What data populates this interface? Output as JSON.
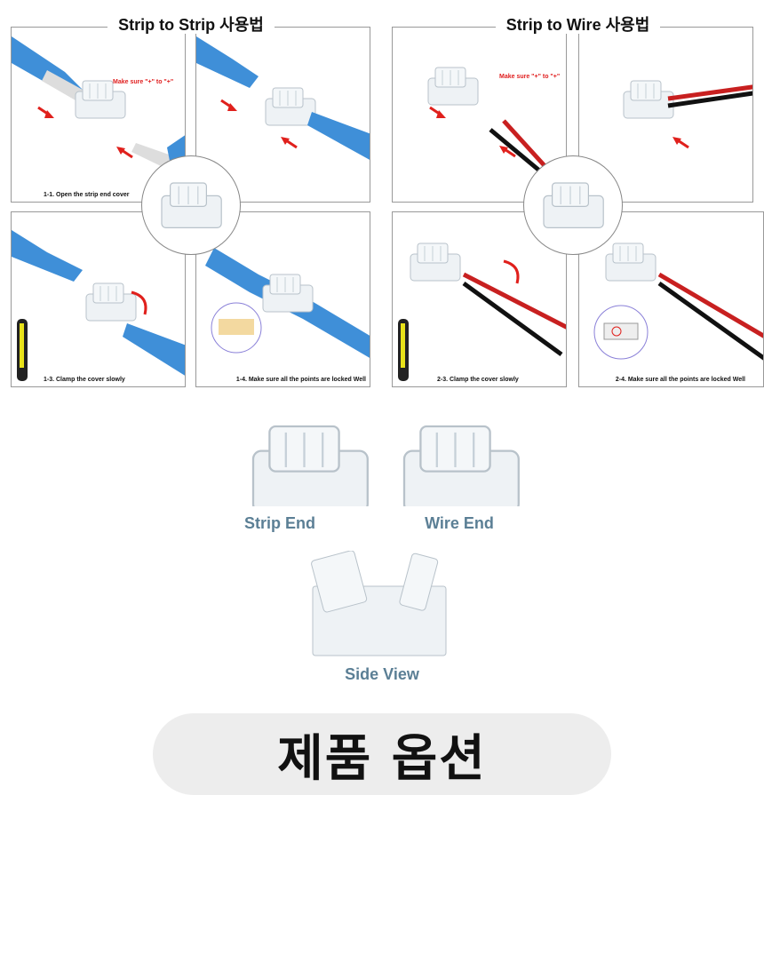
{
  "sections": [
    {
      "title": "Strip to Strip 사용법",
      "note": "Make sure \"+\" to \"+\"",
      "captions": [
        "1-1. Open the strip end cover",
        "",
        "1-3. Clamp the cover slowly",
        "1-4. Make sure all the points are locked Well"
      ]
    },
    {
      "title": "Strip to Wire 사용법",
      "note": "Make sure \"+\" to \"+\"",
      "captions": [
        "",
        "",
        "2-3. Clamp the cover slowly",
        "2-4. Make sure all the points are locked Well"
      ]
    }
  ],
  "products": {
    "strip_end": "Strip End",
    "wire_end": "Wire End",
    "side_view": "Side View"
  },
  "options_title": "제품 옵션",
  "colors": {
    "strip_blue": "#3f8fd8",
    "arrow_red": "#e0201c",
    "label": "#5b7f95",
    "pill": "#ededed"
  }
}
